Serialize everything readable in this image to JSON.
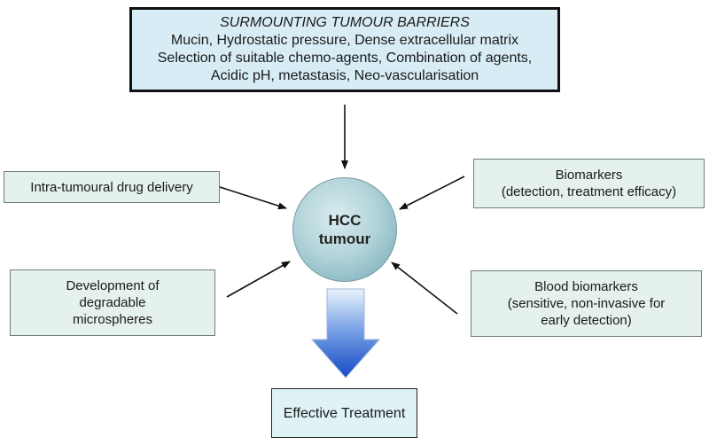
{
  "top_box": {
    "title": "SURMOUNTING TUMOUR BARRIERS",
    "lines": [
      "Mucin, Hydrostatic pressure, Dense extracellular  matrix",
      "Selection of suitable chemo-agents, Combination of agents,",
      "Acidic pH, metastasis, Neo-vascularisation"
    ]
  },
  "center": {
    "line1": "HCC",
    "line2": "tumour"
  },
  "left_top": {
    "text": "Intra-tumoural  drug delivery"
  },
  "right_top": {
    "lines": [
      "Biomarkers",
      "(detection, treatment efficacy)"
    ]
  },
  "left_bottom": {
    "lines": [
      "Development of",
      "degradable",
      "microspheres"
    ]
  },
  "right_bottom": {
    "lines": [
      "Blood biomarkers",
      "(sensitive, non-invasive for",
      "early detection)"
    ]
  },
  "result": {
    "text": "Effective Treatment"
  },
  "colors": {
    "box_fill": "#e4f1ee",
    "top_box_fill": "#d7ecf4",
    "circle_fill": "#a9cdd4",
    "big_arrow_top": "#e8f2fb",
    "big_arrow_bottom": "#1549c4"
  }
}
